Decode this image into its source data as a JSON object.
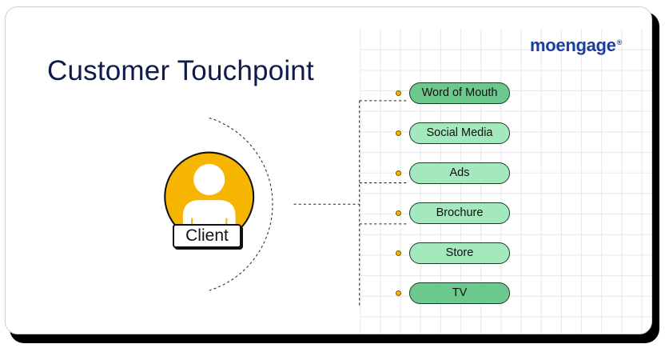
{
  "title": "Customer Touchpoint",
  "brand": {
    "name": "moengage",
    "mark": "®",
    "color": "#1a3ea0"
  },
  "client": {
    "label": "Client",
    "avatar_color": "#f6b500"
  },
  "touchpoints": [
    {
      "label": "Word of Mouth",
      "fill": "#6cc98e"
    },
    {
      "label": "Social Media",
      "fill": "#a4e8bd"
    },
    {
      "label": "Ads",
      "fill": "#a4e8bd"
    },
    {
      "label": "Brochure",
      "fill": "#a4e8bd"
    },
    {
      "label": "Store",
      "fill": "#a4e8bd"
    },
    {
      "label": "TV",
      "fill": "#6cc98e"
    }
  ],
  "colors": {
    "title": "#0d1b4d",
    "connector_dot": "#f5b800",
    "grid": "#e8e8e8"
  }
}
